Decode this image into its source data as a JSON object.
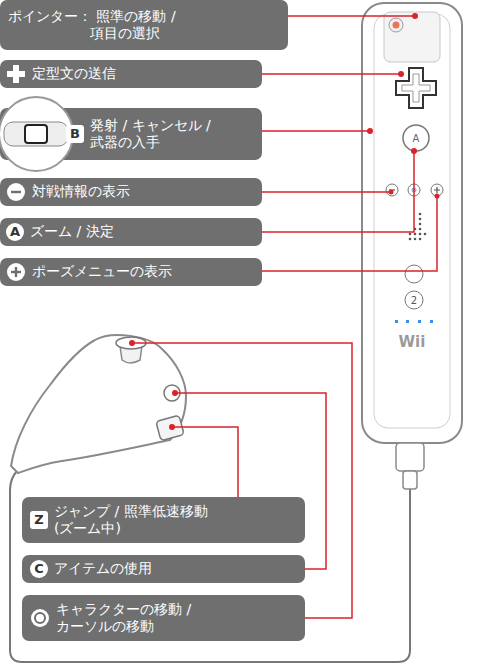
{
  "diagram": {
    "nodes": [
      {
        "text": [
          "ポインター： 照準の移動 / 項目の選択"
        ]
      },
      {
        "text": [
          "定型文の送信"
        ]
      },
      {
        "text": [
          "B",
          "発射 / キャンセル / 武器の入手"
        ]
      },
      {
        "text": [
          "対戦情報の表示"
        ]
      },
      {
        "text": [
          "A",
          "ズーム / 決定"
        ]
      },
      {
        "text": [
          "ポーズメニューの表示"
        ]
      },
      {
        "text": [
          "Z",
          "ジャンプ / 照準低速移動(ズーム中)"
        ]
      },
      {
        "text": [
          "C",
          "アイテムの使用"
        ]
      },
      {
        "text": [
          "キャラクターの移動 / カーソルの移動"
        ]
      }
    ],
    "labels": [
      "A",
      "2",
      "Wii"
    ]
  }
}
